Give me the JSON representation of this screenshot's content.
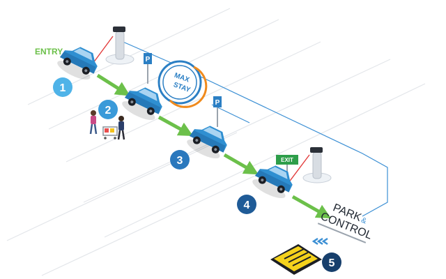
{
  "labels": {
    "entry": "ENTRY",
    "max_stay_line1": "MAX",
    "max_stay_line2": "STAY",
    "exit": "EXIT",
    "parking_sign": "P",
    "logo_line1": "PARK",
    "logo_amp": "&",
    "logo_line2": "CONTROL"
  },
  "steps": [
    {
      "number": "1",
      "color": "#4fb3e8"
    },
    {
      "number": "2",
      "color": "#3a9ad9"
    },
    {
      "number": "3",
      "color": "#2a78bd"
    },
    {
      "number": "4",
      "color": "#1f5b97"
    },
    {
      "number": "5",
      "color": "#173f6c"
    }
  ],
  "colors": {
    "car": "#2f8fd1",
    "arrow": "#6cc04a",
    "connection_line": "#3b8fd4",
    "camera_pole": "#d8dde3",
    "clock_ring": "#2b7fc4",
    "clock_arc": "#f08a1c",
    "exit_sign": "#2e9e4a",
    "ticket": "#f4d21c",
    "road_line": "#e3e6ea"
  }
}
